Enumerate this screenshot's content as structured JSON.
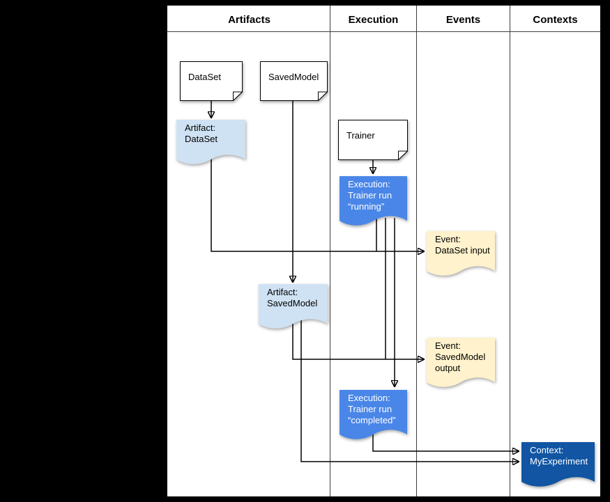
{
  "columns": [
    {
      "label": "Artifacts"
    },
    {
      "label": "Execution"
    },
    {
      "label": "Events"
    },
    {
      "label": "Contexts"
    }
  ],
  "nodes": {
    "dataset_type": {
      "text": "DataSet"
    },
    "savedmodel_type": {
      "text": "SavedModel"
    },
    "trainer_type": {
      "text": "Trainer"
    },
    "artifact_dataset": {
      "text": "Artifact:\nDataSet"
    },
    "execution_running": {
      "text": "Execution:\nTrainer run\n“running”"
    },
    "event_dataset_input": {
      "text": "Event:\nDataSet input"
    },
    "artifact_savedmodel": {
      "text": "Artifact:\nSavedModel"
    },
    "event_savedmodel_output": {
      "text": "Event:\nSavedModel\noutput"
    },
    "execution_completed": {
      "text": "Execution:\nTrainer run\n“completed”"
    },
    "context_myexperiment": {
      "text": "Context:\nMyExperiment"
    }
  },
  "colors": {
    "background": "#000000",
    "panel": "#ffffff",
    "line": "#000000",
    "note_fill": "#ffffff",
    "artifact_fill": "#cfe2f3",
    "execution_fill": "#4a86e8",
    "event_fill": "#fff2cc",
    "context_fill": "#1155a3"
  }
}
